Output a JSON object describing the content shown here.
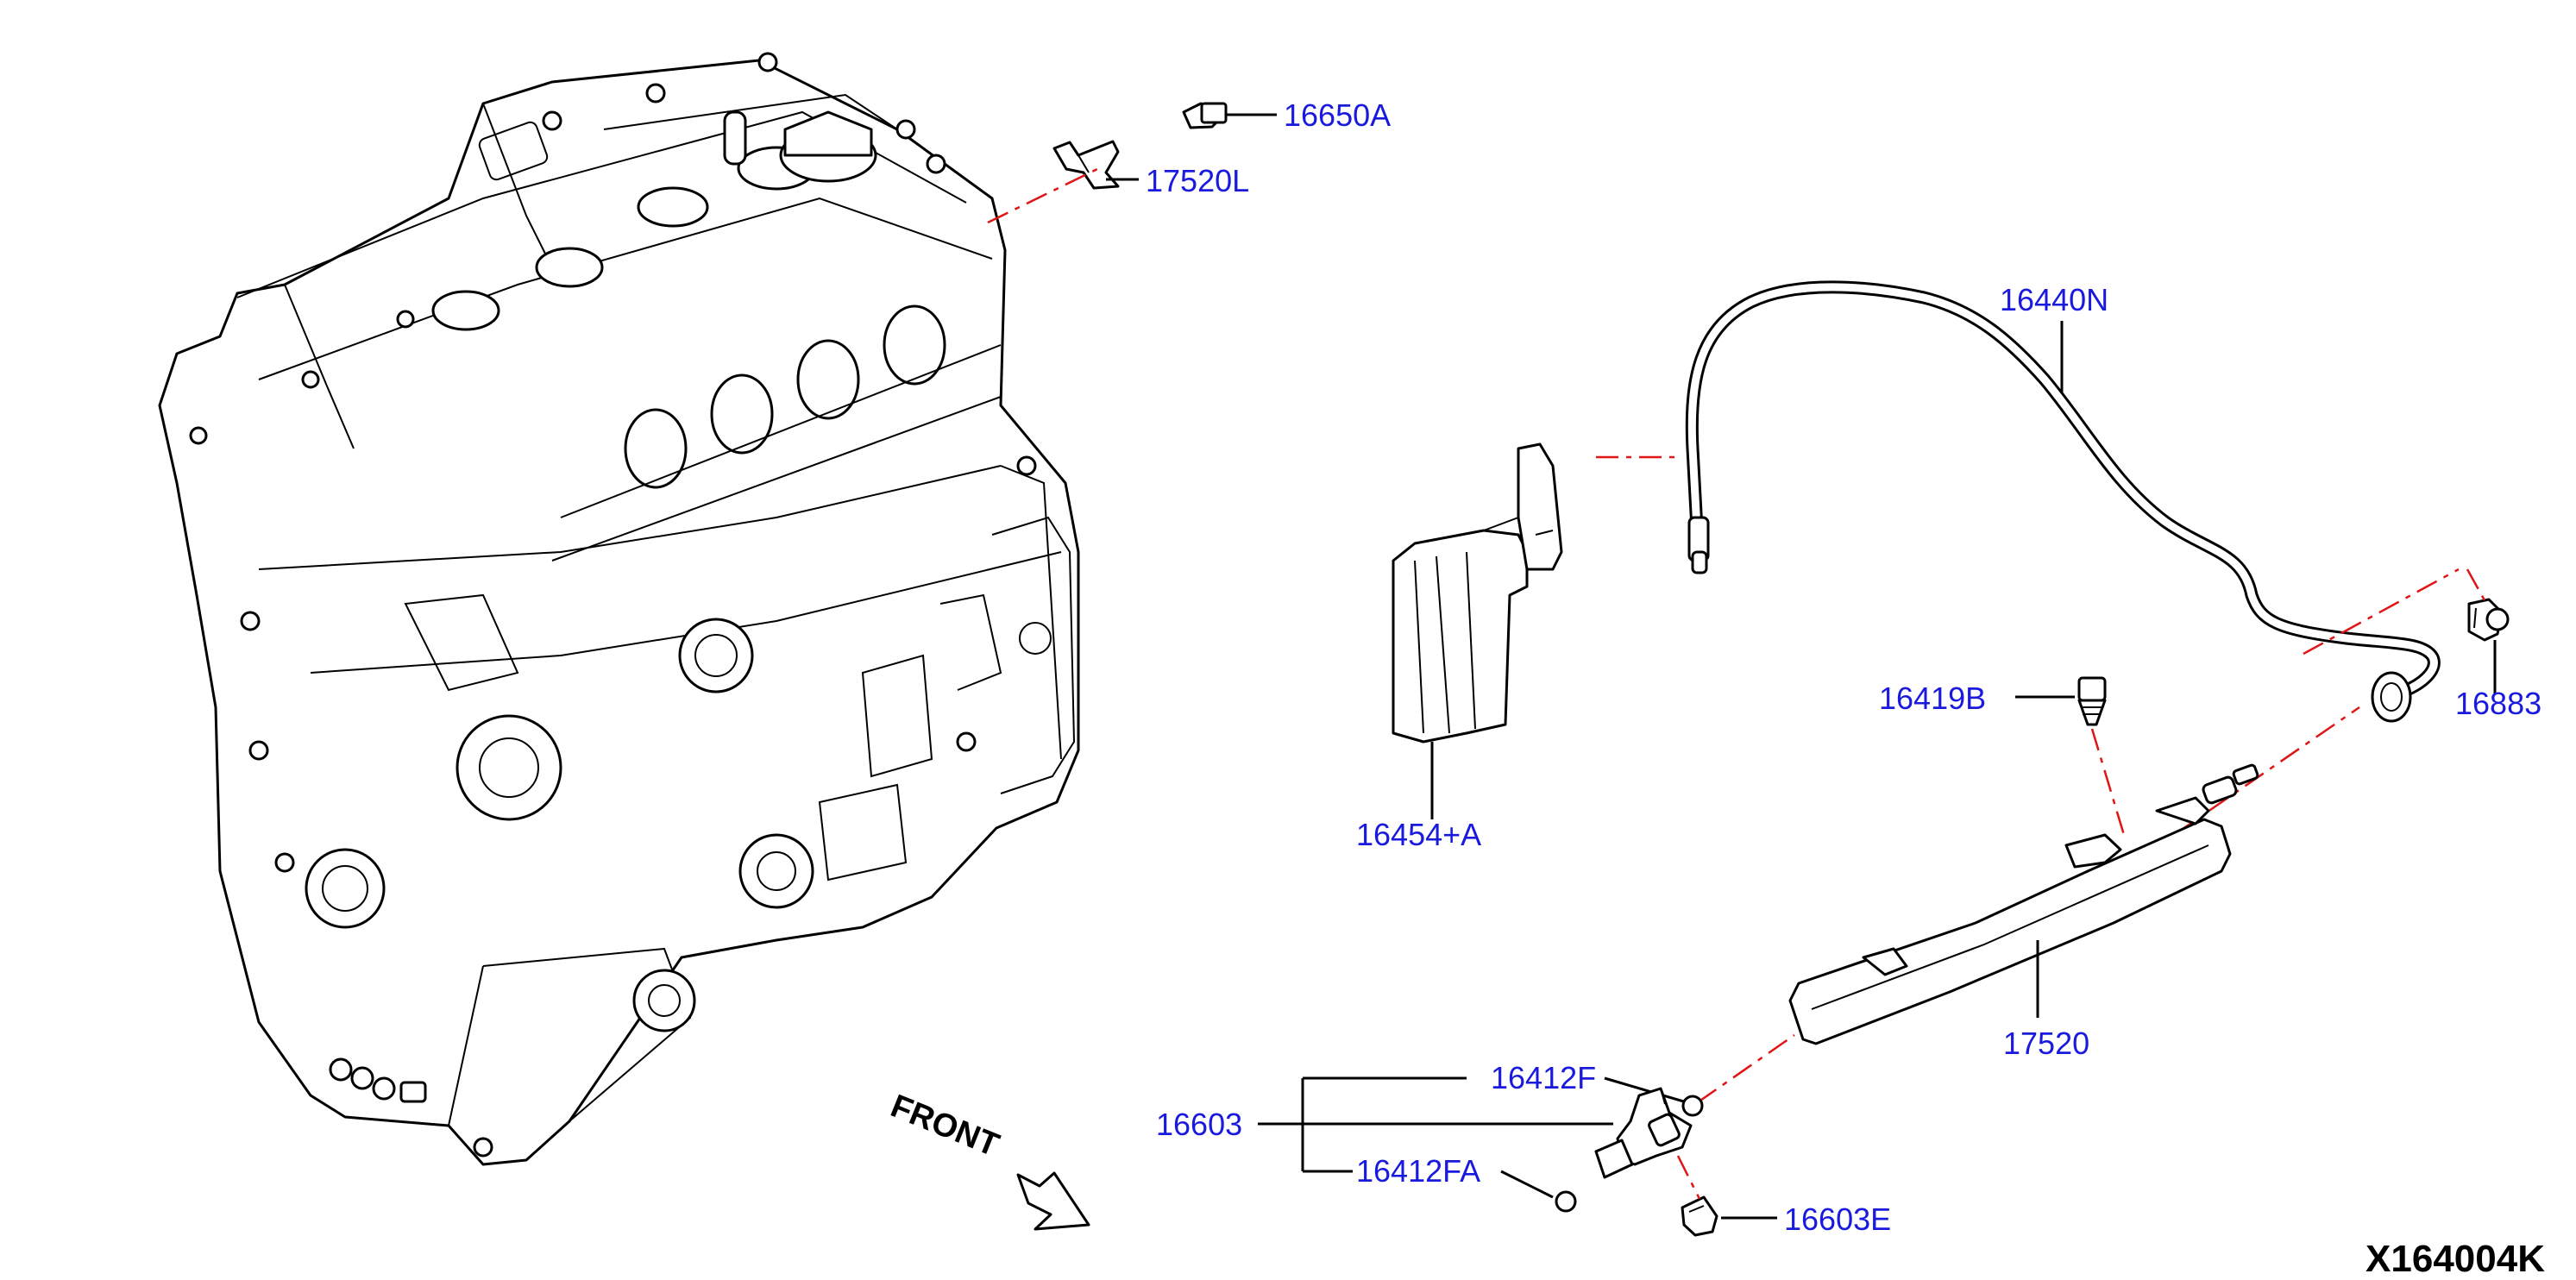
{
  "diagram": {
    "figure_code": "X164004K",
    "front_label": "FRONT",
    "accent_color": "#1a1adf",
    "leader_color": "#e01515",
    "parts": [
      {
        "id": "16650A",
        "label": "16650A"
      },
      {
        "id": "17520L",
        "label": "17520L"
      },
      {
        "id": "16440N",
        "label": "16440N"
      },
      {
        "id": "16454A",
        "label": "16454+A"
      },
      {
        "id": "16419B",
        "label": "16419B"
      },
      {
        "id": "16883",
        "label": "16883"
      },
      {
        "id": "17520",
        "label": "17520"
      },
      {
        "id": "16412F",
        "label": "16412F"
      },
      {
        "id": "16603",
        "label": "16603"
      },
      {
        "id": "16412FA",
        "label": "16412FA"
      },
      {
        "id": "16603E",
        "label": "16603E"
      }
    ]
  }
}
